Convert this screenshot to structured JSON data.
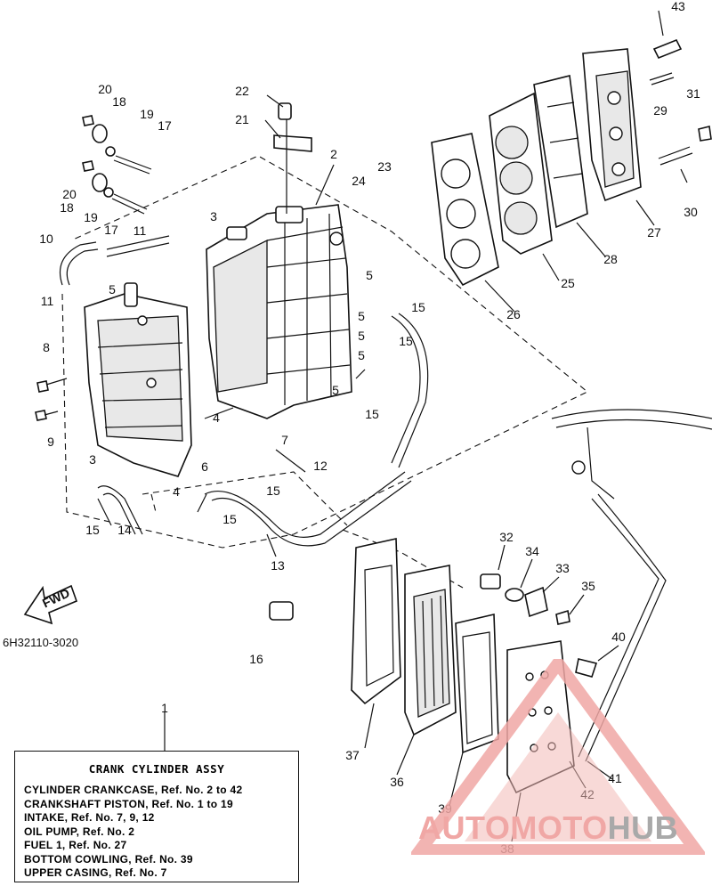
{
  "diagram_code": "6H32110-3020",
  "fwd_label": "FWD",
  "callouts": [
    "1",
    "2",
    "3",
    "3",
    "4",
    "4",
    "5",
    "5",
    "5",
    "5",
    "5",
    "5",
    "6",
    "7",
    "8",
    "9",
    "10",
    "11",
    "11",
    "12",
    "13",
    "14",
    "15",
    "15",
    "15",
    "15",
    "15",
    "15",
    "16",
    "17",
    "17",
    "18",
    "18",
    "19",
    "19",
    "20",
    "20",
    "21",
    "22",
    "23",
    "24",
    "25",
    "26",
    "27",
    "28",
    "29",
    "30",
    "31",
    "32",
    "33",
    "34",
    "35",
    "36",
    "37",
    "38",
    "39",
    "40",
    "41",
    "42",
    "43"
  ],
  "label": {
    "title": "CRANK CYLINDER ASSY",
    "lines": [
      "CYLINDER CRANKCASE,  Ref. No. 2 to 42",
      "CRANKSHAFT PISTON,  Ref. No. 1 to 19",
      "INTAKE,  Ref. No. 7, 9, 12",
      "OIL PUMP,  Ref. No. 2",
      "FUEL 1,  Ref. No. 27",
      "BOTTOM COWLING,  Ref. No. 39",
      "UPPER CASING,  Ref. No. 7"
    ]
  },
  "watermark": {
    "part1": "AUTOMOTO",
    "part2": "HUB",
    "color_primary": "#f0a7a5",
    "color_secondary": "#a9a9a9"
  }
}
